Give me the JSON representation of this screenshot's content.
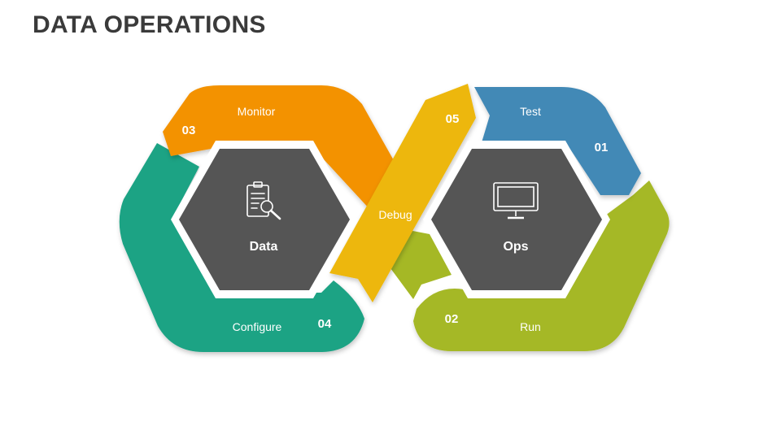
{
  "title": "DATA OPERATIONS",
  "colors": {
    "orange": "#F39200",
    "teal": "#1FA384",
    "blue": "#4289B6",
    "green": "#A5B825",
    "yellow": "#EDB70E",
    "hex": "#555555"
  },
  "hubs": {
    "left": {
      "label": "Data",
      "icon": "clipboard-search-icon"
    },
    "right": {
      "label": "Ops",
      "icon": "monitor-icon"
    }
  },
  "steps": [
    {
      "number": "01",
      "label": "Test"
    },
    {
      "number": "02",
      "label": "Run"
    },
    {
      "number": "03",
      "label": "Monitor"
    },
    {
      "number": "04",
      "label": "Configure"
    },
    {
      "number": "05",
      "label": "Debug"
    }
  ]
}
